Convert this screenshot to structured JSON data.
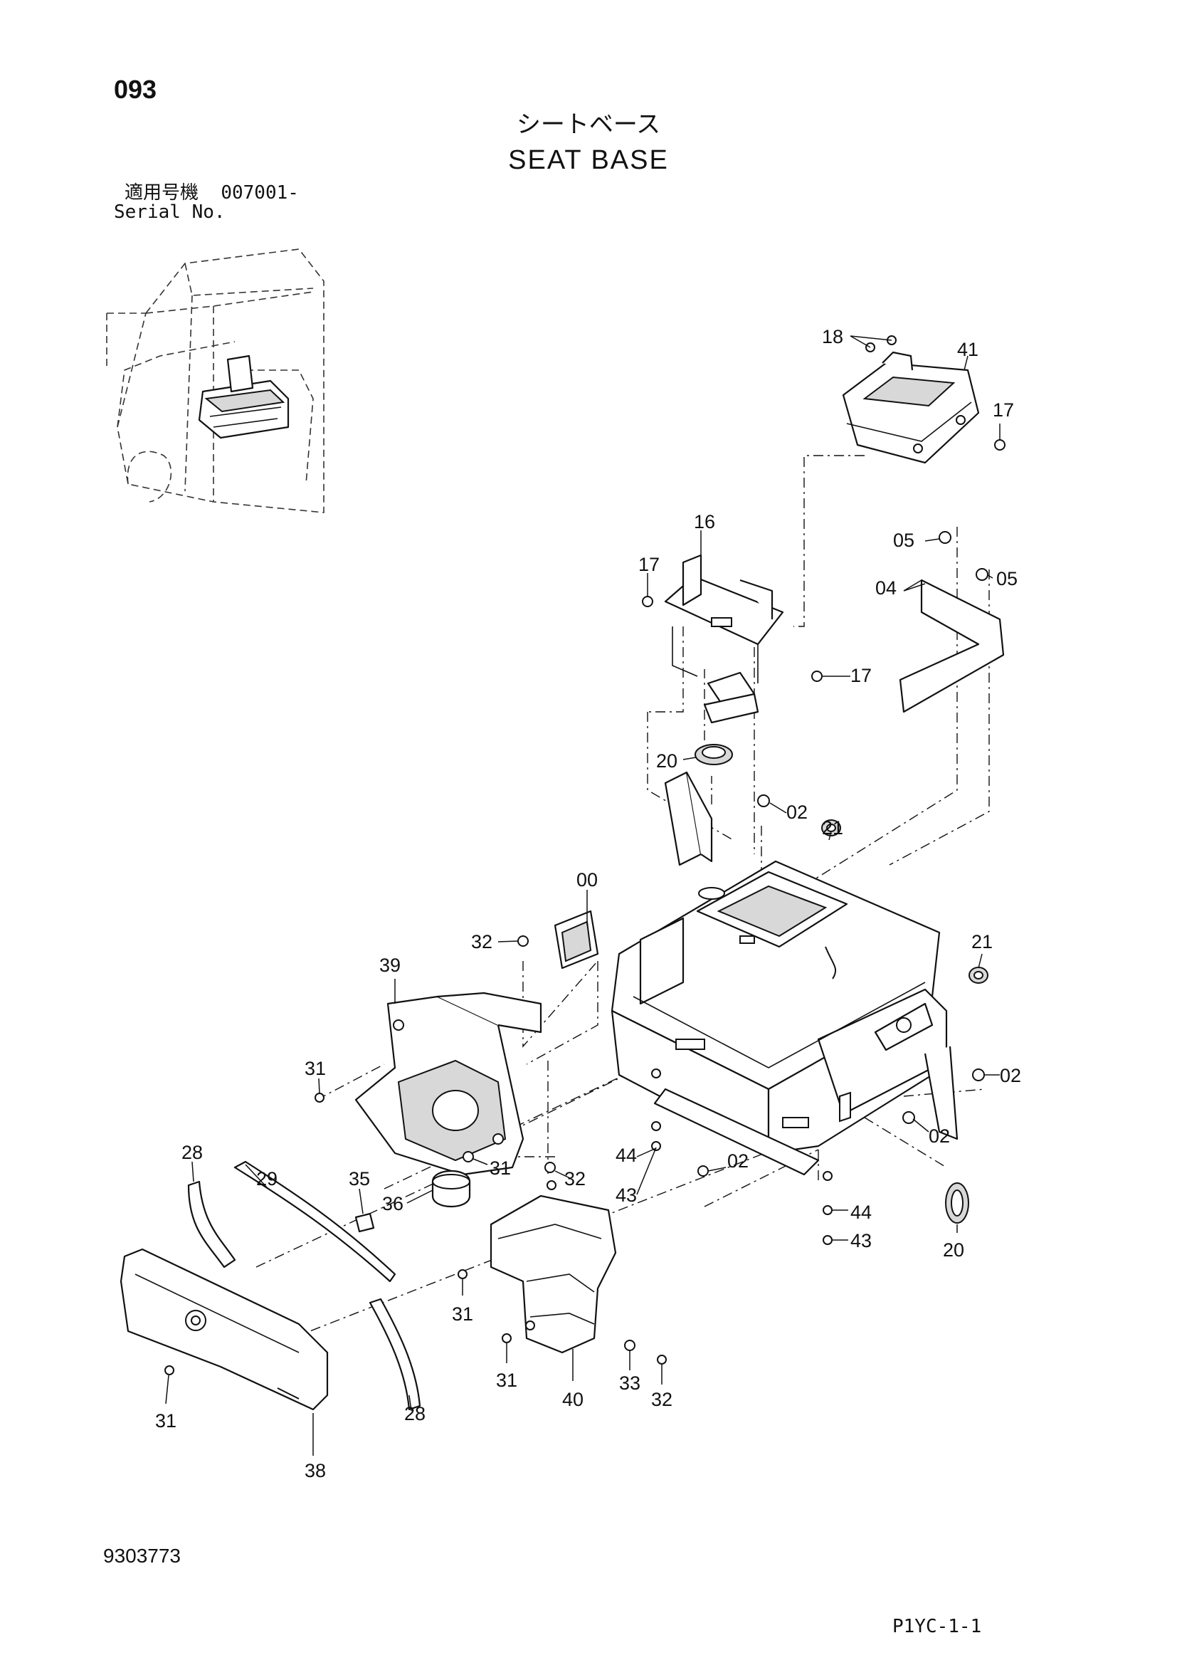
{
  "header": {
    "page_number": "093",
    "title_jp": "シートベース",
    "title_en": "SEAT BASE",
    "serial_label_jp": "適用号機",
    "serial_value": "007001-",
    "serial_label_en": "Serial No."
  },
  "footer": {
    "doc_number": "9303773",
    "page_ref": "P1YC-1-1"
  },
  "callouts": {
    "c00": "00",
    "c02a": "02",
    "c02b": "02",
    "c02c": "02",
    "c02d": "02",
    "c04": "04",
    "c05a": "05",
    "c05b": "05",
    "c16": "16",
    "c17a": "17",
    "c17b": "17",
    "c17c": "17",
    "c18": "18",
    "c20a": "20",
    "c20b": "20",
    "c21a": "21",
    "c21b": "21",
    "c28a": "28",
    "c28b": "28",
    "c29": "29",
    "c31a": "31",
    "c31b": "31",
    "c31c": "31",
    "c31d": "31",
    "c31e": "31",
    "c32a": "32",
    "c32b": "32",
    "c32c": "32",
    "c33": "33",
    "c35": "35",
    "c36": "36",
    "c38": "38",
    "c39": "39",
    "c40": "40",
    "c41": "41",
    "c43a": "43",
    "c43b": "43",
    "c44a": "44",
    "c44b": "44"
  }
}
